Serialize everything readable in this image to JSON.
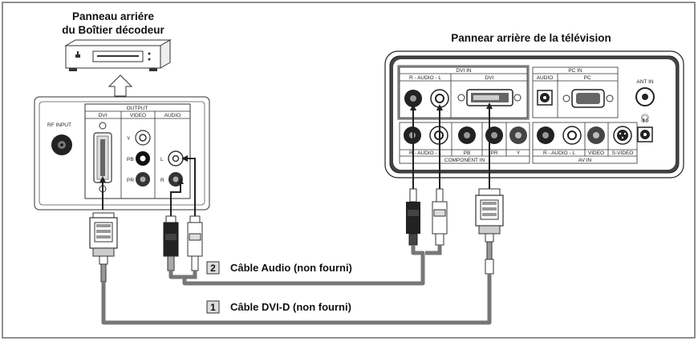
{
  "stb_title_line1": "Panneau arriére",
  "stb_title_line2": "du Boîtier décodeur",
  "tv_title": "Pannear arrière de la télévision",
  "stb_panel": {
    "rf_input": "RF INPUT",
    "output": "OUTPUT",
    "dvi": "DVI",
    "video": "VIDEO",
    "audio": "AUDIO",
    "y": "Y",
    "pb": "PB",
    "pr": "PR",
    "l": "L",
    "r": "R"
  },
  "tv_panel": {
    "dvi_in": "DVI IN",
    "audio_rl": "R - AUDIO - L",
    "dvi": "DVI",
    "pc_in": "PC IN",
    "audio": "AUDIO",
    "pc": "PC",
    "ant_in": "ANT IN",
    "component_in": "COMPONENT IN",
    "component_audio": "R - AUDIO - L",
    "pb": "PB",
    "pr": "PR",
    "y": "Y",
    "av_audio": "R - AUDIO - L",
    "video": "VIDEO",
    "svideo": "S-VIDEO",
    "av_in": "AV IN"
  },
  "cables": [
    {
      "number": "2",
      "label": "Câble Audio (non fourni)"
    },
    {
      "number": "1",
      "label": "Câble DVI-D (non fourni)"
    }
  ]
}
